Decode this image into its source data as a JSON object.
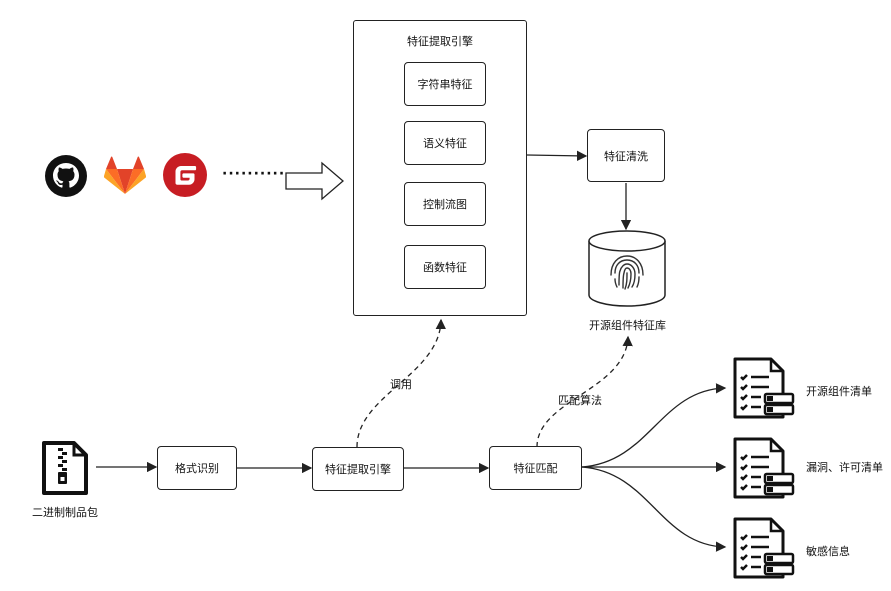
{
  "engine": {
    "title": "特征提取引擎",
    "features": [
      "字符串特征",
      "语义特征",
      "控制流图",
      "函数特征"
    ]
  },
  "clean": "特征清洗",
  "database": "开源组件特征库",
  "pipeline": {
    "input": "二进制制品包",
    "format": "格式识别",
    "extract": "特征提取引擎",
    "match": "特征匹配",
    "call_label": "调用",
    "algo_label": "匹配算法"
  },
  "outputs": [
    "开源组件清单",
    "漏洞、许可清单",
    "敏感信息"
  ],
  "sources": {
    "icons": [
      "github-icon",
      "gitlab-icon",
      "gitee-icon"
    ],
    "ellipsis": "··········"
  }
}
